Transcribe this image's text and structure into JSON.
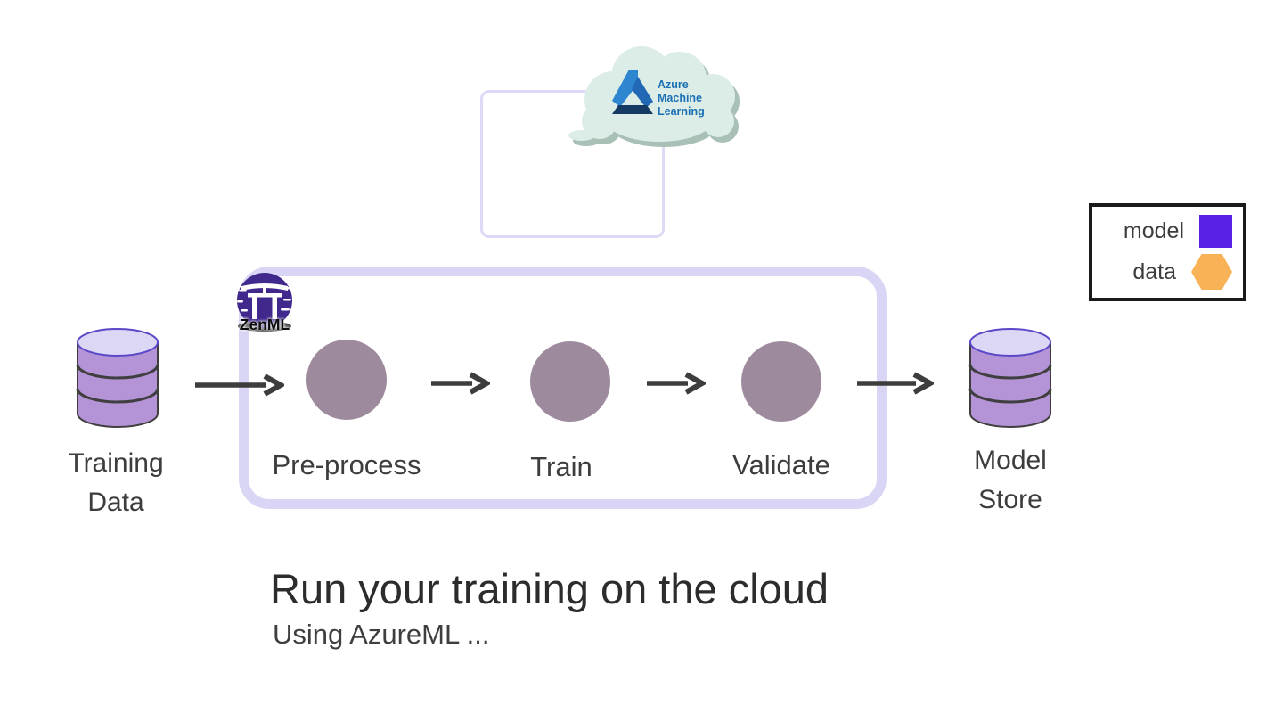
{
  "colors": {
    "model": "#5b20e6",
    "data_shape": "#f9b255",
    "pipeline_border": "#d9d5f4",
    "workspace_border": "#ded9f5",
    "step_circle": "#9e8a9d",
    "db_body": "#b493d6",
    "db_top": "#dbd7f4",
    "db_top_stroke": "#5b48c8",
    "arrow": "#3d3d3d",
    "azure_text": "#1b6fb5",
    "cloud_fill": "#dcede7",
    "cloud_shadow": "#a8c0b5",
    "zenml_purple": "#40288c",
    "text_dark": "#3d3d3d"
  },
  "azure_cloud": {
    "label_lines": [
      "Azure",
      "Machine",
      "Learning"
    ]
  },
  "legend": {
    "items": [
      {
        "label": "model",
        "shape": "square",
        "color": "#5b20e6"
      },
      {
        "label": "data",
        "shape": "hexagon",
        "color": "#f9b255"
      }
    ]
  },
  "zenml": {
    "label": "ZenML"
  },
  "pipeline": {
    "steps": [
      {
        "label": "Pre-process"
      },
      {
        "label": "Train"
      },
      {
        "label": "Validate"
      }
    ]
  },
  "datastores": {
    "input": {
      "line1": "Training",
      "line2": "Data"
    },
    "output": {
      "line1": "Model",
      "line2": "Store"
    }
  },
  "caption": {
    "title": "Run your training on the cloud",
    "subtitle": "Using AzureML ..."
  }
}
